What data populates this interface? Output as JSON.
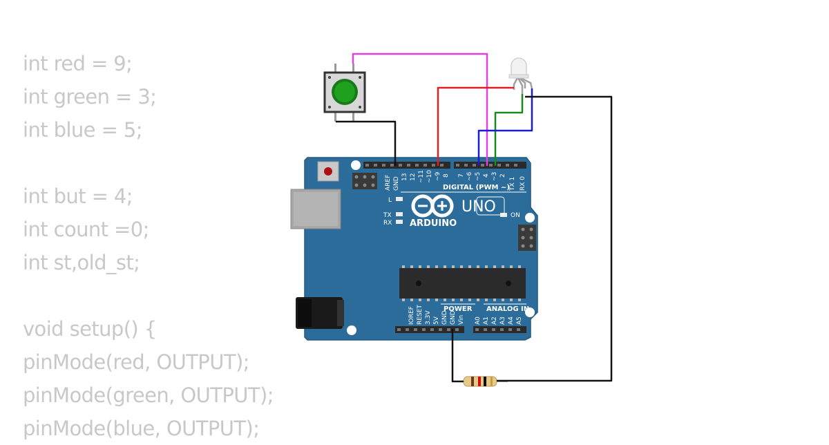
{
  "code_lines": [
    "int red = 9;",
    "int green = 3;",
    "int blue = 5;",
    "",
    "int but = 4;",
    "int count =0;",
    "int st,old_st;",
    "",
    "void setup() {",
    "pinMode(red, OUTPUT);",
    "pinMode(green, OUTPUT);",
    "pinMode(blue, OUTPUT);"
  ],
  "board": {
    "brand": "ARDUINO",
    "model": "UNO",
    "digital_header": "DIGITAL (PWM ~)",
    "power_header": "POWER",
    "analog_header": "ANALOG IN",
    "led_l": "L",
    "led_tx": "TX",
    "led_rx": "RX",
    "led_on": "ON",
    "digital_pins": [
      "AREF",
      "GND",
      "13",
      "12",
      "~11",
      "~10",
      "~9",
      "8",
      "7",
      "~6",
      "~5",
      "4",
      "~3",
      "2",
      "TX 1",
      "RX 0"
    ],
    "power_pins": [
      "IOREF",
      "RESET",
      "3.3V",
      "5V",
      "GND",
      "GND",
      "Vin"
    ],
    "analog_pins": [
      "A0",
      "A1",
      "A2",
      "A3",
      "A4",
      "A5"
    ]
  },
  "wire_colors": {
    "red": "#e02020",
    "green": "#1a8a1a",
    "blue": "#1a1ad0",
    "magenta": "#e040e0",
    "black": "#111111"
  },
  "colors": {
    "board": "#2c6c9a",
    "button_cap": "#1a9a1a"
  }
}
